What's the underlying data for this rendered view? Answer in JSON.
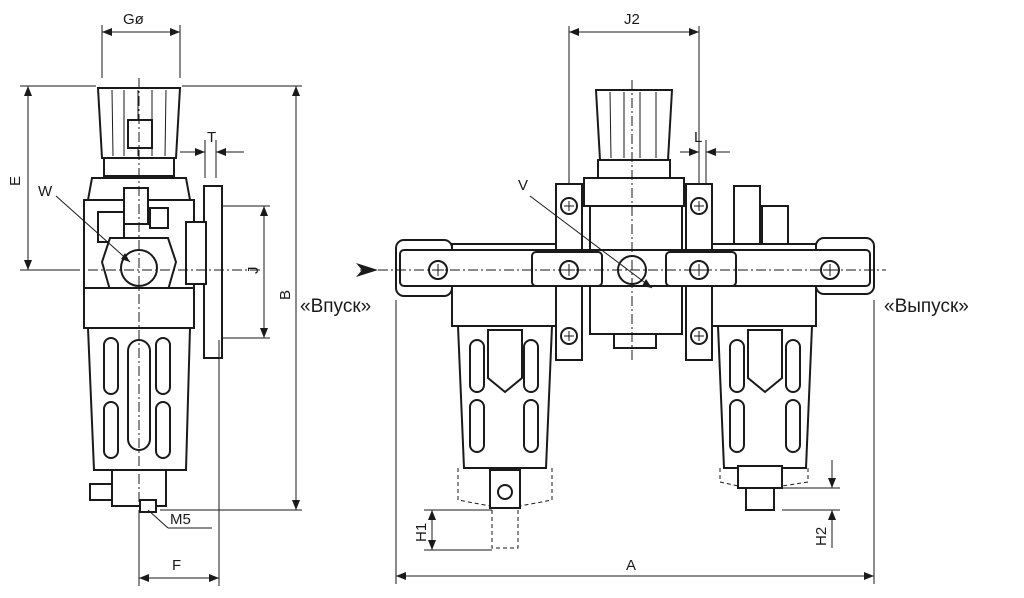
{
  "dimensions": {
    "g_phi": "Gø",
    "t": "T",
    "e": "E",
    "w": "W",
    "j": "J",
    "b": "B",
    "m5": "M5",
    "f": "F",
    "j2": "J2",
    "l": "L",
    "v": "V",
    "h1": "H1",
    "h2": "H2",
    "a": "A"
  },
  "ports": {
    "inlet": "«Впуск»",
    "outlet": "«Выпуск»"
  },
  "colors": {
    "line": "#1a1a1a",
    "background": "#ffffff"
  }
}
